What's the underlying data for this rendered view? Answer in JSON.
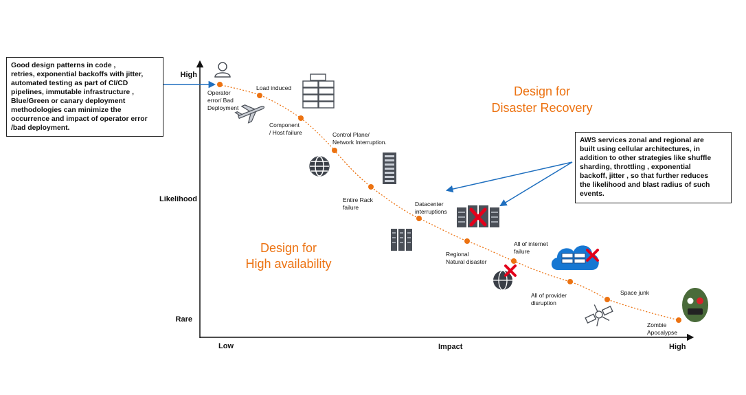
{
  "axes": {
    "y_high": "High",
    "y_mid": "Likelihood",
    "y_low": "Rare",
    "x_low": "Low",
    "x_mid": "Impact",
    "x_high": "High"
  },
  "regions": {
    "dr_line1": "Design for",
    "dr_line2": "Disaster Recovery",
    "ha_line1": "Design for",
    "ha_line2": "High availability"
  },
  "notes": {
    "left_lines": [
      "Good design patterns in code ,",
      "retries, exponential backoffs with jitter,",
      "automated testing as part of CI/CD",
      "pipelines, immutable infrastructure ,",
      "Blue/Green or canary deployment",
      "methodologies can minimize the",
      "occurrence and impact of operator error",
      "/bad deployment."
    ],
    "right_lines": [
      "AWS services zonal and regional are",
      "built using cellular architectures, in",
      "addition to other strategies like shuffle",
      "sharding, throttling , exponential",
      "backoff, jitter , so that further reduces",
      "the likelihood and blast radius of such",
      "events."
    ]
  },
  "events": [
    {
      "id": "operator",
      "label_lines": [
        "Operator",
        "error/ Bad",
        "Deployment"
      ]
    },
    {
      "id": "load",
      "label_lines": [
        "Load induced"
      ]
    },
    {
      "id": "component",
      "label_lines": [
        "Component",
        "/ Host failure"
      ]
    },
    {
      "id": "control",
      "label_lines": [
        "Control Plane/",
        "Network Interruption."
      ]
    },
    {
      "id": "rack",
      "label_lines": [
        "Entire Rack",
        "failure"
      ]
    },
    {
      "id": "datacenter",
      "label_lines": [
        "Datacenter",
        "interruptions"
      ]
    },
    {
      "id": "regional",
      "label_lines": [
        "Regional",
        "Natural disaster"
      ]
    },
    {
      "id": "internet",
      "label_lines": [
        "All of internet",
        "failure"
      ]
    },
    {
      "id": "provider",
      "label_lines": [
        "All of provider",
        "disruption"
      ]
    },
    {
      "id": "spacejunk",
      "label_lines": [
        "Space junk"
      ]
    },
    {
      "id": "zombie",
      "label_lines": [
        "Zombie",
        "Apocalypse"
      ]
    }
  ],
  "icons": [
    "person-icon",
    "airplane-icon",
    "server-stack-icon",
    "globe-icon",
    "server-rack-icon",
    "failed-datacenter-icon",
    "server-building-icon",
    "failed-cloud-icon",
    "failed-globe-icon",
    "satellite-icon",
    "zombie-icon"
  ],
  "colors": {
    "accent": "#ec7211",
    "axis": "#111111",
    "arrow": "#1f6fbf",
    "fail": "#e3001b",
    "icon": "#4a4f57",
    "cloud": "#1677d2"
  }
}
